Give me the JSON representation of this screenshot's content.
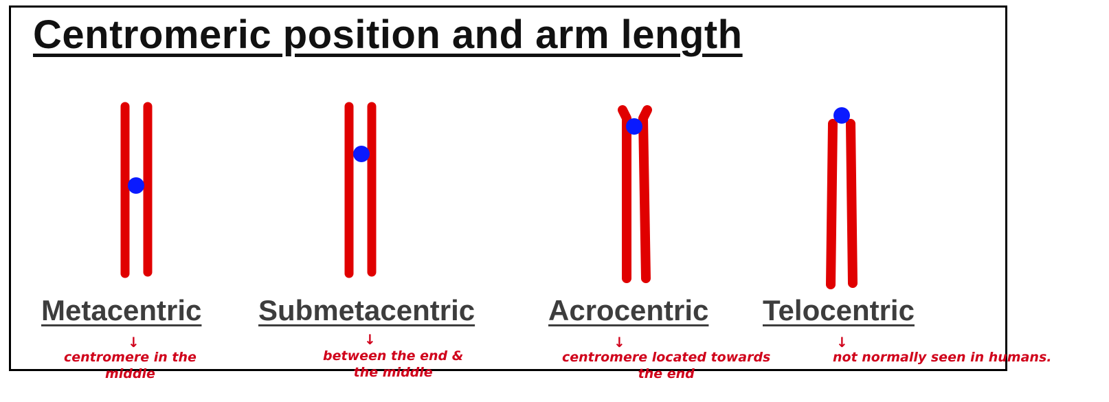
{
  "title": "Centromeric position and arm length",
  "colors": {
    "chromatid": "#e00000",
    "centromere": "#0a1aff",
    "label": "#3d3d3d",
    "annotation": "#d0021b",
    "border": "#000000"
  },
  "chromosomes": [
    {
      "name": "Metacentric",
      "annotation": "centromere in the\nmiddle",
      "centromere_fraction": 0.5
    },
    {
      "name": "Submetacentric",
      "annotation": "between the end &\nthe middle",
      "centromere_fraction": 0.3
    },
    {
      "name": "Acrocentric",
      "annotation": "centromere located towards\nthe end",
      "centromere_fraction": 0.1
    },
    {
      "name": "Telocentric",
      "annotation": "not normally seen in humans.",
      "centromere_fraction": 0.0
    }
  ]
}
